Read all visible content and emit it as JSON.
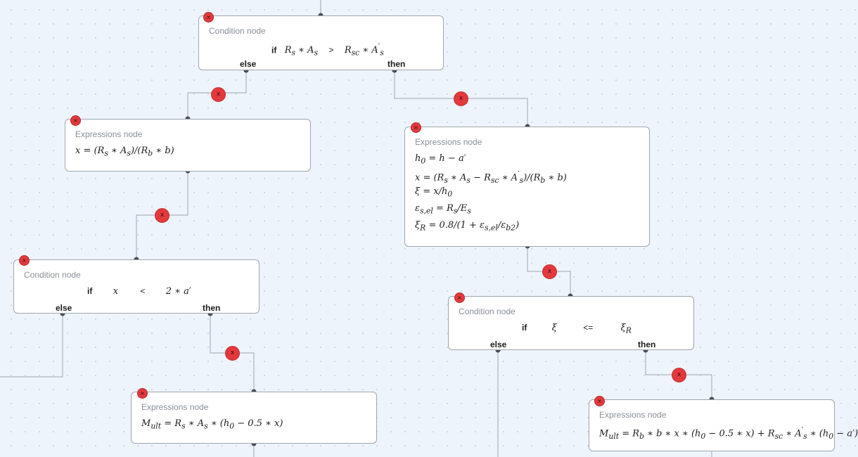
{
  "delete_icon": "×",
  "edge_delete_icon": "x",
  "nodes": {
    "n1": {
      "title": "Condition node",
      "if_label": "if",
      "left": "R_s * A_s",
      "op": ">",
      "right": "R_sc * A'_s",
      "else_label": "else",
      "then_label": "then"
    },
    "n2": {
      "title": "Expressions node",
      "exprs": [
        "x = (R_s * A_s)/(R_b * b)"
      ]
    },
    "n3": {
      "title": "Expressions node",
      "exprs": [
        "h_0 = h − a'",
        "x = (R_s * A_s − R_sc * A'_s)/(R_b * b)",
        "ξ = x/h_0",
        "ε_s,el = R_s/E_s",
        "ξ_R = 0.8/(1 + ε_s,el/ε_b2)"
      ]
    },
    "n4": {
      "title": "Condition node",
      "if_label": "if",
      "left": "x",
      "op": "<",
      "right": "2 * a'",
      "else_label": "else",
      "then_label": "then"
    },
    "n5": {
      "title": "Condition node",
      "if_label": "if",
      "left": "ξ",
      "op": "<=",
      "right": "ξ_R",
      "else_label": "else",
      "then_label": "then"
    },
    "n6": {
      "title": "Expressions node",
      "exprs": [
        "M_ult = R_s * A_s * (h_0 − 0.5 * x)"
      ]
    },
    "n7": {
      "title": "Expressions node",
      "exprs": [
        "M_ult = R_b * b * x * (h_0 − 0.5 * x) + R_sc * A'_s * (h_0 − a')"
      ]
    }
  },
  "colors": {
    "canvas_bg": "#eef4fc",
    "wire": "#9ea6b0",
    "port": "#4a4d52",
    "delete_red": "#e3393c"
  }
}
